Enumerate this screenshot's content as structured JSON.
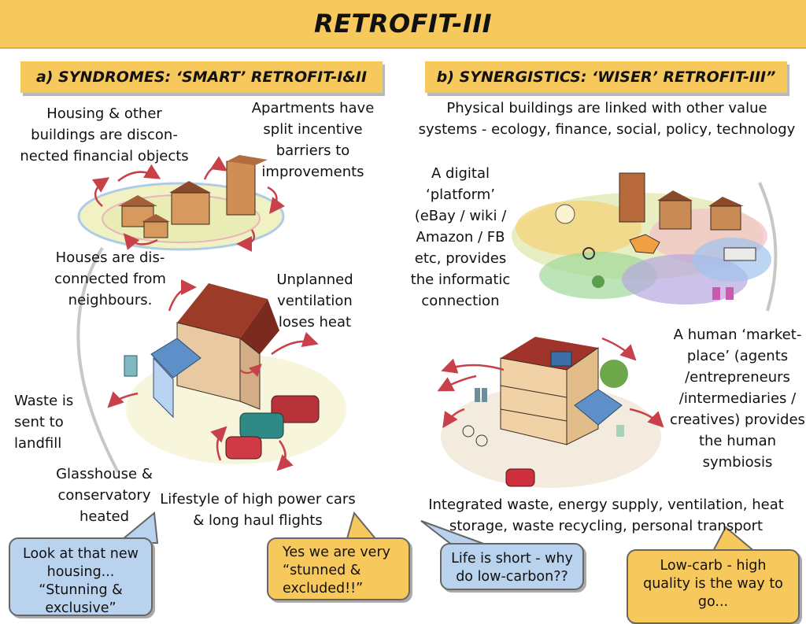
{
  "title": "RETROFIT-III",
  "sections": {
    "left": "a) SYNDROMES: ‘SMART’ RETROFIT-I&II",
    "right": "b) SYNERGISTICS: ‘WISER’ RETROFIT-III”"
  },
  "left_labels": {
    "housing": "Housing & other\nbuildings are discon-\nnected financial objects",
    "apartments": "Apartments have\nsplit incentive\nbarriers to\nimprovements",
    "houses": "Houses are dis-\nconnected from\nneighbours.",
    "ventilation": "Unplanned\nventilation\nloses heat",
    "waste": "Waste is\nsent to\nlandfill",
    "glasshouse": "Glasshouse &\nconservatory\nheated",
    "lifestyle": "Lifestyle of high power cars\n& long haul flights"
  },
  "right_labels": {
    "physical": "Physical buildings are linked with other value\nsystems - ecology, finance, social, policy, technology",
    "digital": "A digital\n‘platform’\n(eBay / wiki /\nAmazon / FB\netc, provides\nthe informatic\nconnection",
    "human": "A human ‘market-\nplace’ (agents\n/entrepreneurs\n/intermediaries /\ncreatives) provides\nthe human\nsymbiosis",
    "integrated": "Integrated waste, energy supply, ventilation, heat\nstorage, waste recycling, personal transport"
  },
  "bubbles": {
    "look": "Look at that new\nhousing...\n“Stunning &\nexclusive”",
    "yes": "Yes we are very\n“stunned &\nexcluded!!”",
    "life": "Life is short - why\ndo low-carbon??",
    "lowcarb": "Low-carb - high\nquality is the way to\ngo..."
  },
  "colors": {
    "title_bar": "#f7c95c",
    "bubble_blue": "#b9d3ee",
    "bubble_gold": "#f7c95c",
    "arrow_red": "#c8404a"
  }
}
